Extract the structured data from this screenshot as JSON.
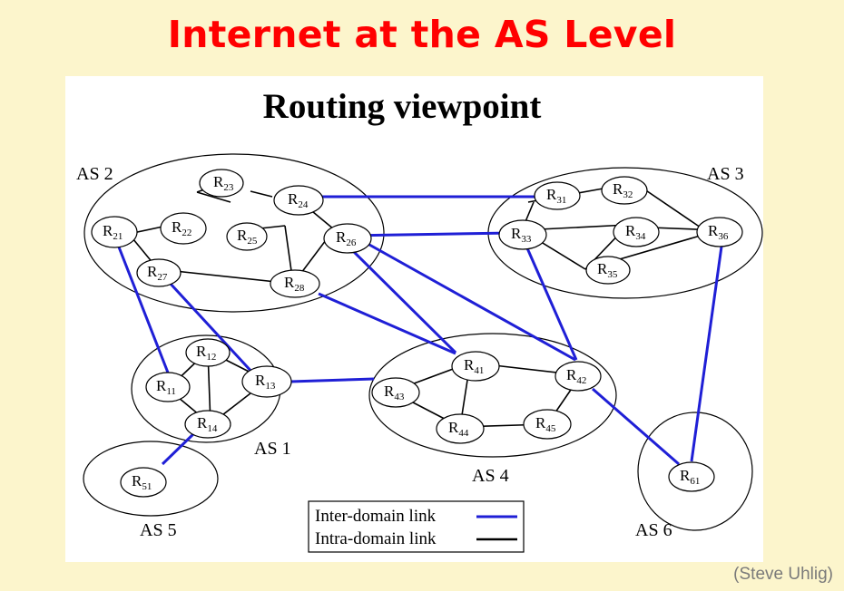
{
  "slide": {
    "title": "Internet at the AS Level",
    "credit": "(Steve Uhlig)"
  },
  "figure": {
    "heading": "Routing viewpoint",
    "colors": {
      "inter": "#1f1fd6",
      "intra": "#000000"
    },
    "as_labels": {
      "as1": "AS 1",
      "as2": "AS 2",
      "as3": "AS 3",
      "as4": "AS 4",
      "as5": "AS 5",
      "as6": "AS 6"
    },
    "routers": {
      "r11": "11",
      "r12": "12",
      "r13": "13",
      "r14": "14",
      "r21": "21",
      "r22": "22",
      "r23": "23",
      "r24": "24",
      "r25": "25",
      "r26": "26",
      "r27": "27",
      "r28": "28",
      "r31": "31",
      "r32": "32",
      "r33": "33",
      "r34": "34",
      "r35": "35",
      "r36": "36",
      "r41": "41",
      "r42": "42",
      "r43": "43",
      "r44": "44",
      "r45": "45",
      "r51": "51",
      "r61": "61"
    },
    "legend": {
      "inter": "Inter-domain link",
      "intra": "Intra-domain link"
    }
  }
}
